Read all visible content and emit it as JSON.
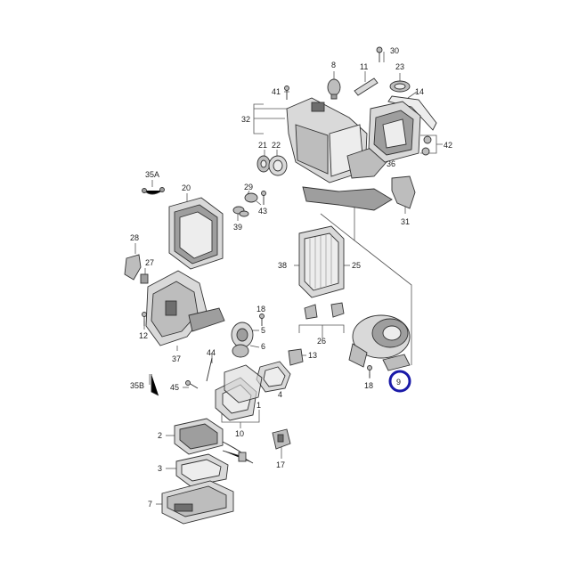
{
  "callouts": [
    {
      "id": "c30",
      "text": "30"
    },
    {
      "id": "c8",
      "text": "8"
    },
    {
      "id": "c11",
      "text": "11"
    },
    {
      "id": "c23",
      "text": "23"
    },
    {
      "id": "c41",
      "text": "41"
    },
    {
      "id": "c14",
      "text": "14"
    },
    {
      "id": "c32",
      "text": "32"
    },
    {
      "id": "c42",
      "text": "42"
    },
    {
      "id": "c21",
      "text": "21"
    },
    {
      "id": "c22",
      "text": "22"
    },
    {
      "id": "c36",
      "text": "36"
    },
    {
      "id": "c35A",
      "text": "35A"
    },
    {
      "id": "c20",
      "text": "20"
    },
    {
      "id": "c29",
      "text": "29"
    },
    {
      "id": "c43",
      "text": "43"
    },
    {
      "id": "c39",
      "text": "39"
    },
    {
      "id": "c31",
      "text": "31"
    },
    {
      "id": "c28",
      "text": "28"
    },
    {
      "id": "c27",
      "text": "27"
    },
    {
      "id": "c38",
      "text": "38"
    },
    {
      "id": "c25",
      "text": "25"
    },
    {
      "id": "c18a",
      "text": "18"
    },
    {
      "id": "c12",
      "text": "12"
    },
    {
      "id": "c5",
      "text": "5"
    },
    {
      "id": "c6",
      "text": "6"
    },
    {
      "id": "c26",
      "text": "26"
    },
    {
      "id": "c37",
      "text": "37"
    },
    {
      "id": "c13",
      "text": "13"
    },
    {
      "id": "c44",
      "text": "44"
    },
    {
      "id": "c35B",
      "text": "35B"
    },
    {
      "id": "c45",
      "text": "45"
    },
    {
      "id": "c4",
      "text": "4"
    },
    {
      "id": "c18b",
      "text": "18"
    },
    {
      "id": "c9",
      "text": "9"
    },
    {
      "id": "c1",
      "text": "1"
    },
    {
      "id": "c10",
      "text": "10"
    },
    {
      "id": "c2",
      "text": "2"
    },
    {
      "id": "c17",
      "text": "17"
    },
    {
      "id": "c3",
      "text": "3"
    },
    {
      "id": "c7",
      "text": "7"
    }
  ],
  "highlight": {
    "label_id": "c9",
    "color": "#1a1aa8"
  }
}
